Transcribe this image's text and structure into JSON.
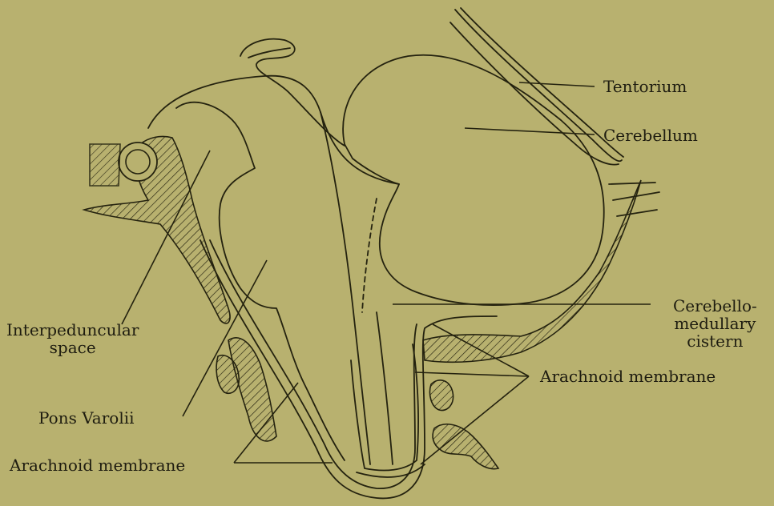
{
  "labels": {
    "tentorium": "Tentorium",
    "cerebellum": "Cerebellum",
    "cistern_line1": "Cerebello-",
    "cistern_line2": "medullary",
    "cistern_line3": "cistern",
    "arachnoid_right": "Arachnoid membrane",
    "interpeduncular_line1": "Interpeduncular",
    "interpeduncular_line2": "space",
    "pons": "Pons Varolii",
    "arachnoid_left": "Arachnoid membrane"
  },
  "colors": {
    "background": "#b8b16f",
    "ink": "#24220f"
  }
}
